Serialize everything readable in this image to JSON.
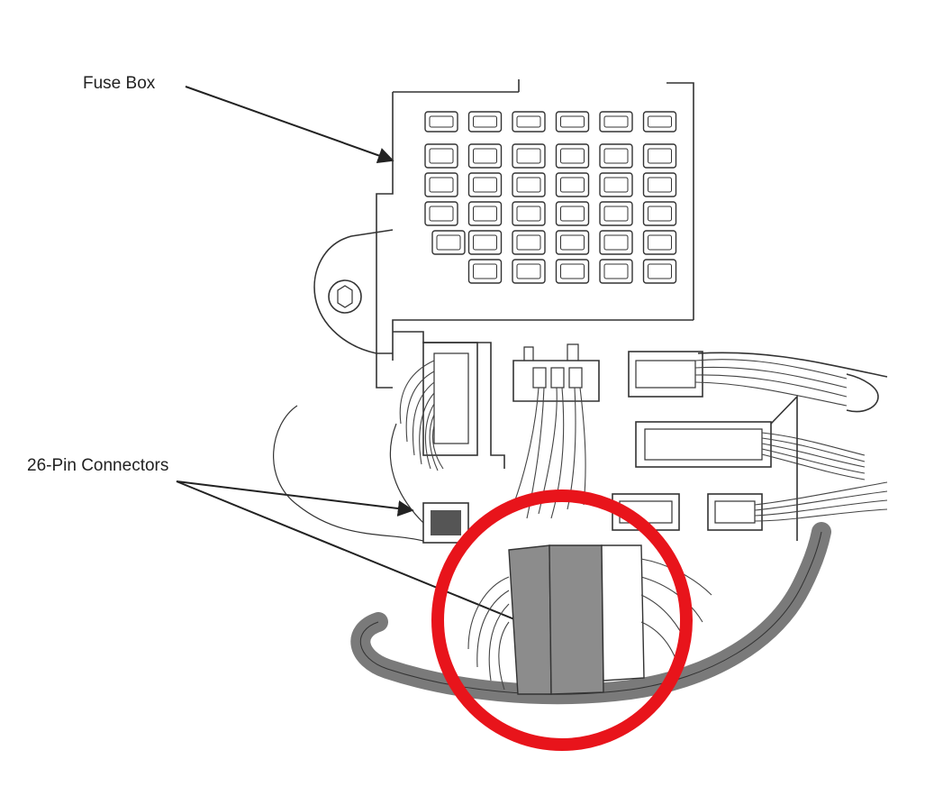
{
  "labels": {
    "fuse_box": "Fuse Box",
    "connectors": "26-Pin Connectors"
  },
  "colors": {
    "highlight_circle": "#e8141b",
    "connector_fill": "#8c8c8c",
    "harness_fill": "#7a7a7a",
    "line": "#333333"
  },
  "fuse_grid": {
    "columns": 6,
    "rows": 6
  }
}
